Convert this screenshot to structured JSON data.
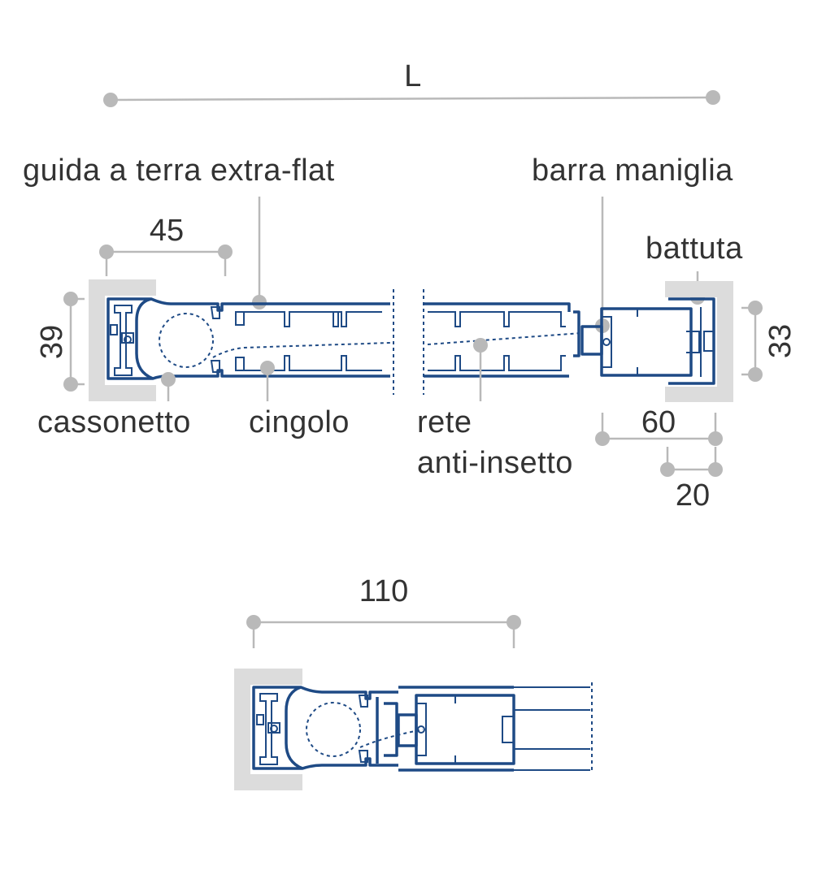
{
  "labels": {
    "dim_total": "L",
    "guida": "guida a terra extra-flat",
    "barra": "barra maniglia",
    "battuta": "battuta",
    "cassonetto": "cassonetto",
    "cingolo": "cingolo",
    "rete_line1": "rete",
    "rete_line2": "anti-insetto"
  },
  "dimensions": {
    "d45": "45",
    "d39": "39",
    "d33": "33",
    "d60": "60",
    "d20": "20",
    "d110": "110"
  },
  "colors": {
    "profile": "#1e4a85",
    "dimension_line": "#b9b9b9",
    "wall": "#dcdcdc",
    "text": "#333333"
  }
}
